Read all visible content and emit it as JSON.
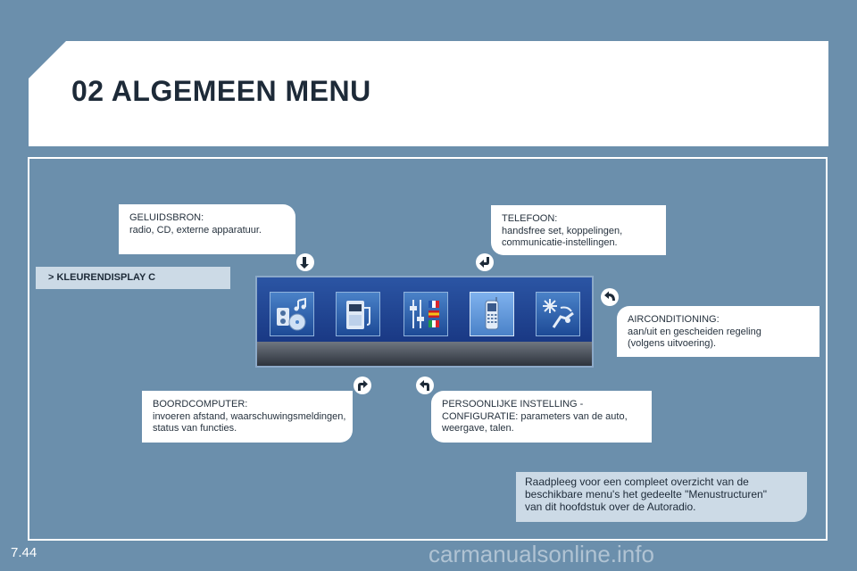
{
  "page": {
    "title": "02 ALGEMEEN MENU",
    "section_label": "> KLEURENDISPLAY C",
    "page_number": "7.44",
    "watermark": "carmanualsonline.info"
  },
  "callouts": {
    "geluidsbron": {
      "line1": "GELUIDSBRON:",
      "line2": "radio, CD, externe apparatuur."
    },
    "telefoon": {
      "line1": "TELEFOON:",
      "line2": "handsfree set, koppelingen,",
      "line3": "communicatie-instellingen."
    },
    "airconditioning": {
      "line1": "AIRCONDITIONING:",
      "line2": "aan/uit en gescheiden regeling",
      "line3": "(volgens uitvoering)."
    },
    "boordcomputer": {
      "line1": "BOORDCOMPUTER:",
      "line2": "invoeren afstand, waarschuwingsmeldingen,",
      "line3": "status van functies."
    },
    "persoonlijke": {
      "line1": "PERSOONLIJKE INSTELLING -",
      "line2": "CONFIGURATIE: parameters van de auto,",
      "line3": "weergave, talen."
    }
  },
  "note": {
    "line1": "Raadpleeg voor een compleet overzicht van de",
    "line2": "beschikbare menu's het gedeelte \"Menustructuren\"",
    "line3": "van dit hoofdstuk over de Autoradio."
  },
  "screen_menu": {
    "icons": [
      "audio-source-icon",
      "trip-computer-icon",
      "settings-flags-icon",
      "telephone-icon",
      "air-conditioning-icon"
    ],
    "selected": "telephone-icon"
  },
  "colors": {
    "background": "#6b8fac",
    "panel": "#ffffff",
    "label_bg": "#ccdae6",
    "title_text": "#1d2a38",
    "screen_blue": "#1f4590"
  }
}
